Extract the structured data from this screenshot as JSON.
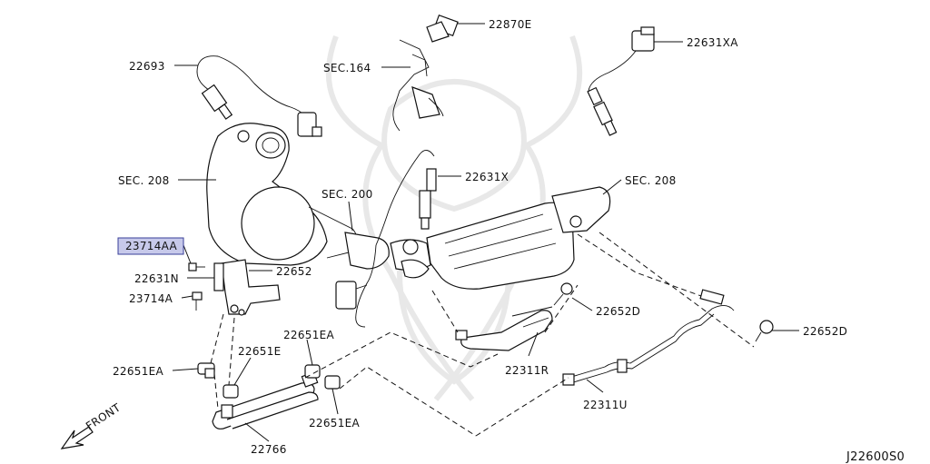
{
  "labels": {
    "p22693": "22693",
    "p22870e": "22870E",
    "p22631xa": "22631XA",
    "sec164": "SEC.164",
    "sec208_left": "SEC. 208",
    "sec208_right": "SEC. 208",
    "sec200": "SEC. 200",
    "p22631x": "22631X",
    "p23714aa": "23714AA",
    "p22631n": "22631N",
    "p22652": "22652",
    "p23714a": "23714A",
    "p22652d_mid": "22652D",
    "p22652d_right": "22652D",
    "p22651ea_top": "22651EA",
    "p22651e": "22651E",
    "p22651ea_left": "22651EA",
    "p22651ea_bottom": "22651EA",
    "p22311r": "22311R",
    "p22311u": "22311U",
    "p22766": "22766",
    "front": "FRONT",
    "diagram_code": "J22600S0"
  },
  "colors": {
    "highlight_fill": "#c7c9ea",
    "highlight_border": "#3a3f9a",
    "line": "#111111",
    "watermark": "#e6e6e6"
  },
  "highlighted_part": "23714AA"
}
